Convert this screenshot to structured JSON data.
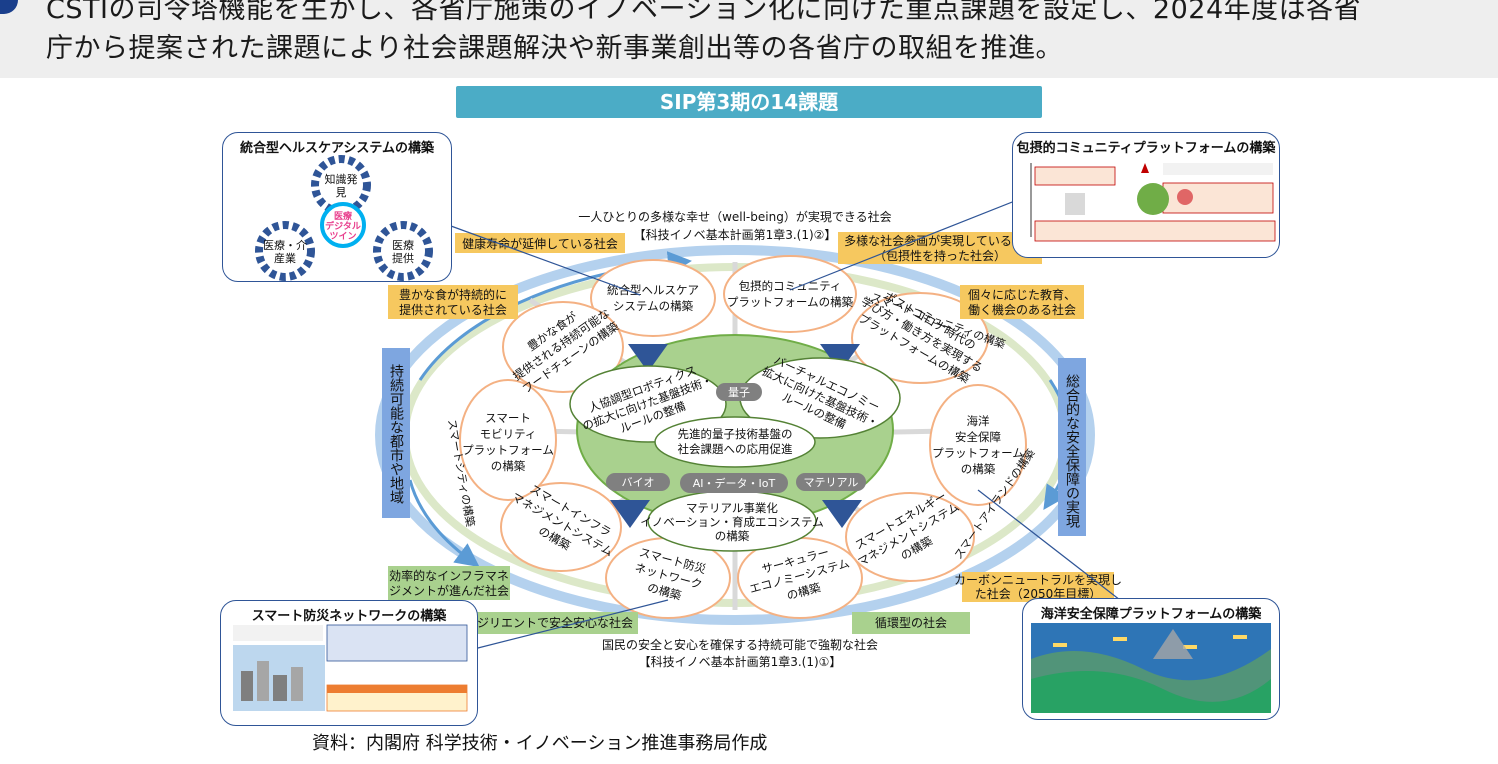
{
  "header": {
    "line1": "CSTIの司令塔機能を生かし、各省庁施策のイノベーション化に向けた重点課題を設定し、2024年度は各省",
    "line2": "庁から提案された課題により社会課題解決や新事業創出等の各省庁の取組を推進。"
  },
  "banner": "SIP第3期の14課題",
  "top_arc": {
    "line1": "一人ひとりの多様な幸せ（well-being）が実現できる社会",
    "line2": "【科技イノベ基本計画第1章3.(1)②】"
  },
  "bottom_arc": {
    "line1": "国民の安全と安心を確保する持続可能で強靭な社会",
    "line2": "【科技イノベ基本計画第1章3.(1)①】"
  },
  "societies": {
    "healthy": "健康寿命が延伸している社会",
    "diverse_l1": "多様な社会参画が実現している社会",
    "diverse_l2": "（包摂性を持った社会）",
    "food_l1": "豊かな食が持続的に",
    "food_l2": "提供されている社会",
    "education_l1": "個々に応じた教育、",
    "education_l2": "働く機会のある社会",
    "infra_l1": "効率的なインフラマネ",
    "infra_l2": "ジメントが進んだ社会",
    "carbon_l1": "カーボンニュートラルを実現し",
    "carbon_l2": "た社会（2050年目標）",
    "resilient": "レジリエントで安全安心な社会",
    "circular": "循環型の社会"
  },
  "side_left": "持続可能な都市や地域",
  "side_right": "総合的な安全保障の実現",
  "ring_labels": {
    "smart_community": "スマートコミュニティの構築",
    "smart_city": "スマートシティの構築",
    "smart_island": "スマートアイランドの構築"
  },
  "topics": {
    "health_l1": "統合型ヘルスケア",
    "health_l2": "システムの構築",
    "inclusive_l1": "包摂的コミュニティ",
    "inclusive_l2": "プラットフォームの構築",
    "postcorona_l1": "ポストコロナ時代の",
    "postcorona_l2": "学び方・働き方を実現する",
    "postcorona_l3": "プラットフォームの構築",
    "ocean_l1": "海洋",
    "ocean_l2": "安全保障",
    "ocean_l3": "プラットフォーム",
    "ocean_l4": "の構築",
    "energy_l1": "スマートエネルギー",
    "energy_l2": "マネジメントシステム",
    "energy_l3": "の構築",
    "circular_l1": "サーキュラー",
    "circular_l2": "エコノミーシステム",
    "circular_l3": "の構築",
    "disaster_l1": "スマート防災",
    "disaster_l2": "ネットワーク",
    "disaster_l3": "の構築",
    "infra_l1": "スマートインフラ",
    "infra_l2": "マネジメントシステム",
    "infra_l3": "の構築",
    "mobility_l1": "スマート",
    "mobility_l2": "モビリティ",
    "mobility_l3": "プラットフォーム",
    "mobility_l4": "の構築",
    "food_l1": "豊かな食が",
    "food_l2": "提供される持続可能な",
    "food_l3": "フードチェーンの構築",
    "robotics_l1": "人協調型ロボティクス",
    "robotics_l2": "の拡大に向けた基盤技術・",
    "robotics_l3": "ルールの整備",
    "virtual_l1": "バーチャルエコノミー",
    "virtual_l2": "拡大に向けた基盤技術・",
    "virtual_l3": "ルールの整備",
    "quantum_l1": "先進的量子技術基盤の",
    "quantum_l2": "社会課題への応用促進",
    "material_l1": "マテリアル事業化",
    "material_l2": "イノベーション・育成エコシステム",
    "material_l3": "の構築"
  },
  "tech_tags": {
    "quantum": "量子",
    "bio": "バイオ",
    "ai": "AI・データ・IoT",
    "material": "マテリアル"
  },
  "callouts": {
    "healthcare": {
      "title": "統合型ヘルスケアシステムの構築",
      "gear_top_l1": "知識発",
      "gear_top_l2": "見",
      "gear_left_l1": "医療・介",
      "gear_left_l2": "産業",
      "gear_right_l1": "医療",
      "gear_right_l2": "提供",
      "center_l1": "医療",
      "center_l2": "デジタル",
      "center_l3": "ツイン"
    },
    "community": {
      "title": "包摂的コミュニティプラットフォームの構築"
    },
    "disaster": {
      "title": "スマート防災ネットワークの構築"
    },
    "ocean": {
      "title": "海洋安全保障プラットフォームの構築"
    }
  },
  "source": "資料：内閣府 科学技術・イノベーション推進事務局作成",
  "colors": {
    "header_bg": "#eeeeee",
    "banner": "#4bacc6",
    "yellow_tag": "#f6c85f",
    "green_tag": "#a9d18e",
    "side_blue": "#7ea6e0",
    "center_green": "#9dc96b",
    "border": "#2f5597"
  }
}
